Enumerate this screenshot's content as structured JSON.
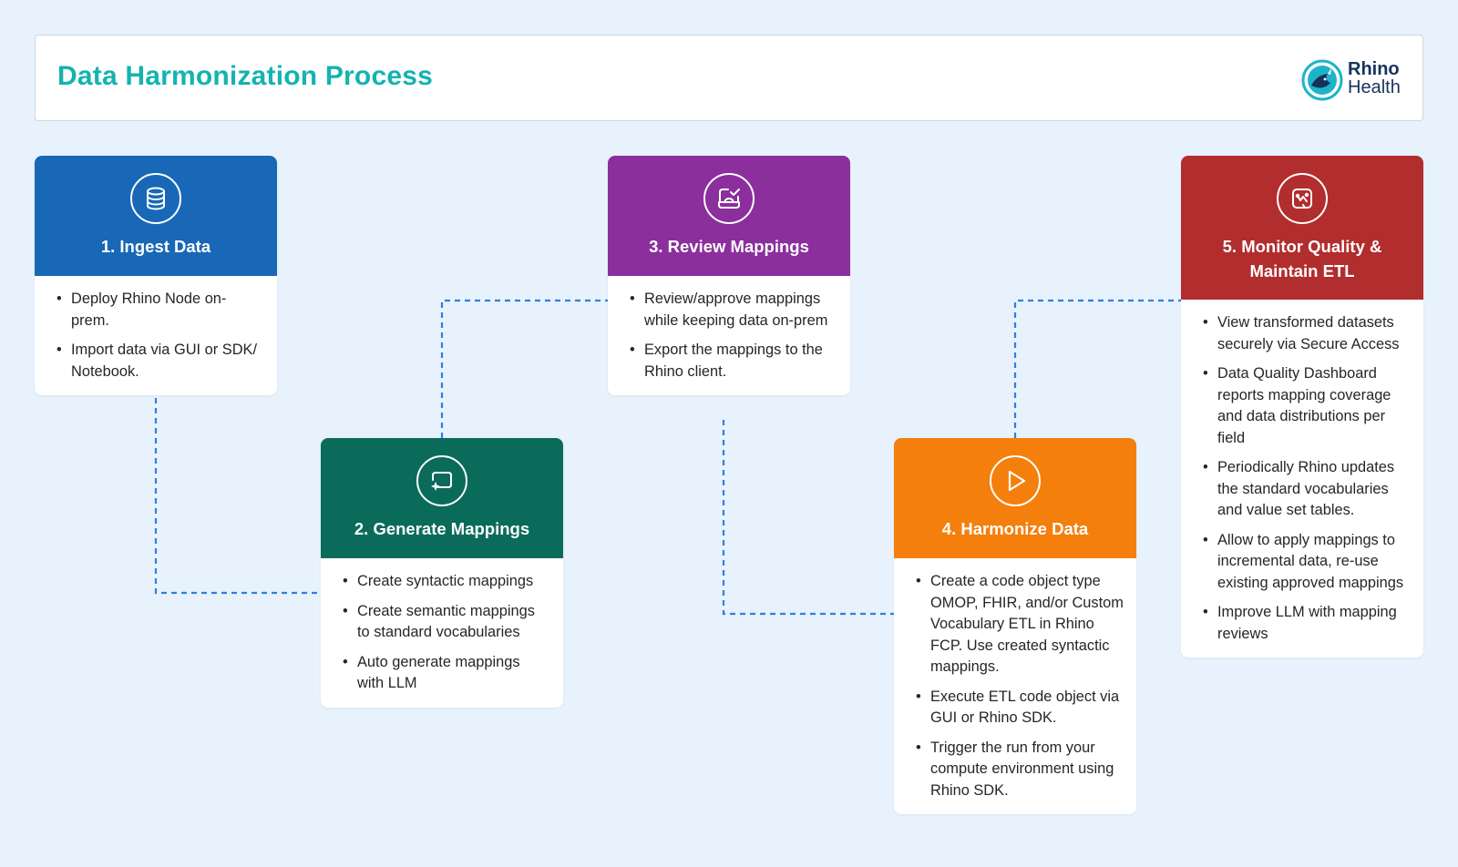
{
  "header": {
    "title": "Data Harmonization Process",
    "logo": {
      "word1": "Rhino",
      "word2": "Health",
      "icon": "rhino-logo-icon"
    }
  },
  "colors": {
    "background": "#e8f2fc",
    "title": "#14b3b0",
    "connector": "#2f7fe0",
    "step1": "#1868b7",
    "step2": "#0b6b5b",
    "step3": "#8a2f9c",
    "step4": "#f57f0c",
    "step5": "#b22d2e"
  },
  "steps": [
    {
      "title": "1. Ingest Data",
      "icon": "database-icon",
      "bullets": [
        "Deploy Rhino Node on-prem.",
        "Import data via GUI or SDK/ Notebook."
      ]
    },
    {
      "title": "2. Generate Mappings",
      "icon": "ai-chat-icon",
      "bullets": [
        "Create syntactic mappings",
        "Create semantic mappings to standard vocabularies",
        "Auto generate mappings with LLM"
      ]
    },
    {
      "title": "3. Review Mappings",
      "icon": "review-check-icon",
      "bullets": [
        "Review/approve mappings while keeping data on-prem",
        "Export the mappings to the Rhino client."
      ]
    },
    {
      "title": "4. Harmonize Data",
      "icon": "play-icon",
      "bullets": [
        "Create a code object type OMOP, FHIR, and/or Custom Vocabulary ETL in Rhino FCP. Use created syntactic mappings.",
        "Execute ETL code object via GUI or Rhino SDK.",
        "Trigger the run from your compute environment using Rhino SDK."
      ]
    },
    {
      "title": "5. Monitor Quality & Maintain ETL",
      "icon": "monitor-chart-icon",
      "bullets": [
        "View transformed datasets securely via Secure Access",
        "Data Quality Dashboard reports mapping coverage and data distributions per field",
        "Periodically Rhino updates the standard vocabularies and value set tables.",
        "Allow to apply mappings to incremental data, re-use existing approved mappings",
        "Improve LLM with mapping reviews"
      ]
    }
  ]
}
